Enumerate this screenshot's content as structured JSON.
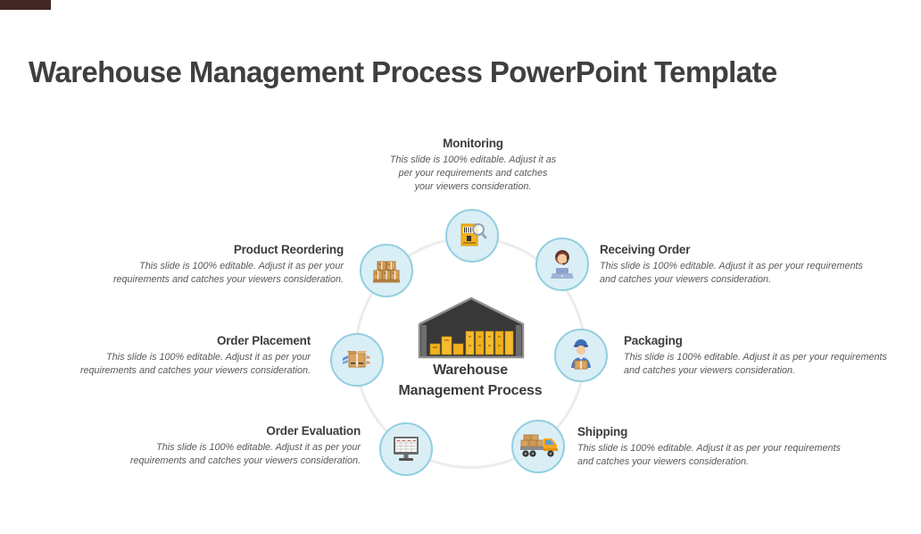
{
  "title": "Warehouse Management Process PowerPoint Template",
  "center": {
    "label": "Warehouse\nManagement Process",
    "icon": "warehouse-icon"
  },
  "nodes": [
    {
      "id": "monitoring",
      "label": "Monitoring",
      "description": "This slide is 100% editable. Adjust it as\nper your requirements and catches\nyour viewers consideration.",
      "icon": "barcode-scan-icon"
    },
    {
      "id": "product-reordering",
      "label": "Product Reordering",
      "description": "This slide is 100% editable. Adjust it as per your\nrequirements and catches your viewers consideration.",
      "icon": "stacked-boxes-icon"
    },
    {
      "id": "order-placement",
      "label": "Order Placement",
      "description": "This slide is 100% editable. Adjust it as per your\nrequirements and catches your viewers consideration.",
      "icon": "box-order-icon"
    },
    {
      "id": "order-evaluation",
      "label": "Order Evaluation",
      "description": "This slide is 100% editable. Adjust it as per your\nrequirements and catches your viewers consideration.",
      "icon": "monitor-spreadsheet-icon"
    },
    {
      "id": "receiving-order",
      "label": "Receiving Order",
      "description": "This slide is 100% editable. Adjust it as per your requirements\nand catches your viewers consideration.",
      "icon": "support-agent-icon"
    },
    {
      "id": "packaging",
      "label": "Packaging",
      "description": "This slide is 100% editable. Adjust it as per your requirements\nand catches your viewers consideration.",
      "icon": "courier-box-icon"
    },
    {
      "id": "shipping",
      "label": "Shipping",
      "description": "This slide is 100% editable. Adjust it as per your requirements\nand catches your viewers consideration.",
      "icon": "delivery-truck-icon"
    }
  ],
  "colors": {
    "bubble_fill": "#daeef6",
    "bubble_border": "#92cfe0",
    "ring": "#ececec",
    "heading_text": "#3d3d3d",
    "body_text": "#595959",
    "title_text": "#3f3f3f",
    "corner_bar": "#432626",
    "box_yellow": "#f2b01e",
    "carton_tan": "#d9a35f"
  }
}
